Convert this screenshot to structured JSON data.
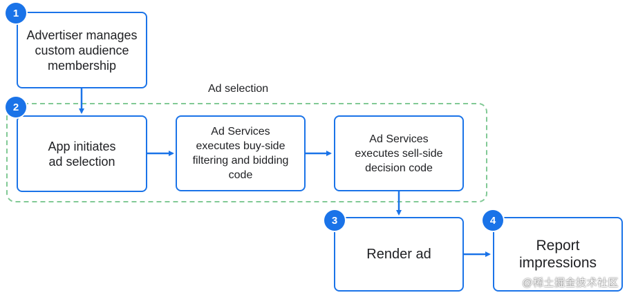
{
  "group": {
    "label": "Ad selection"
  },
  "steps": {
    "advertiser": {
      "badge": "1",
      "text": "Advertiser manages\ncustom audience\nmembership"
    },
    "app_initiates": {
      "badge": "2",
      "text": "App initiates\nad selection"
    },
    "buy_side": {
      "text": "Ad Services\nexecutes buy-side\nfiltering and bidding\ncode"
    },
    "sell_side": {
      "text": "Ad Services\nexecutes sell-side\ndecision code"
    },
    "render": {
      "badge": "3",
      "text": "Render ad"
    },
    "report": {
      "badge": "4",
      "text": "Report\nimpressions"
    }
  },
  "watermark": "@稀土掘金技术社区",
  "colors": {
    "accent": "#1a73e8",
    "dashed_group": "#81c995",
    "text": "#202124"
  }
}
